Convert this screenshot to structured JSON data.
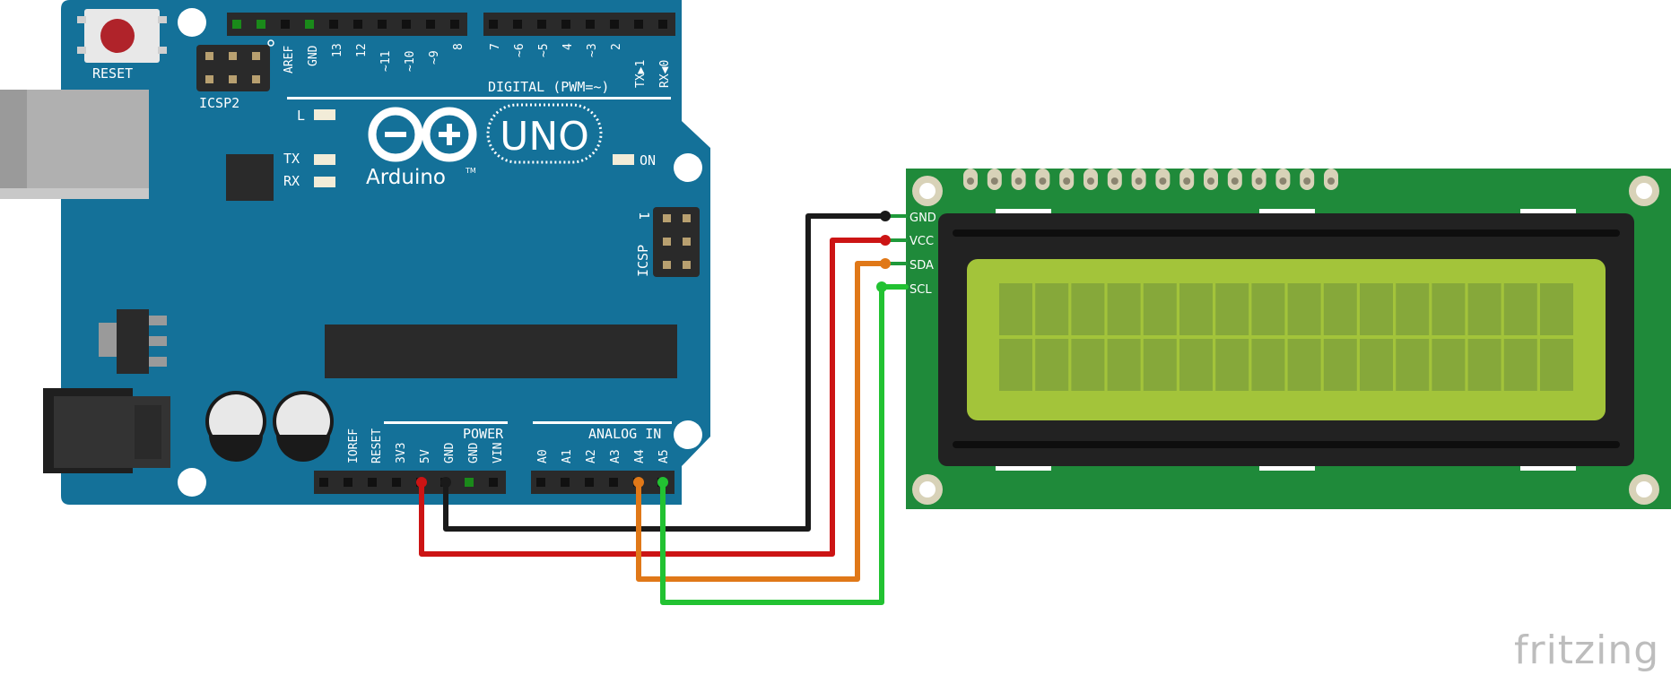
{
  "arduino": {
    "reset_label": "RESET",
    "icsp2_label": "ICSP2",
    "icsp_label": "ICSP",
    "icsp_pin1_label": "1",
    "l_label": "L",
    "tx_label": "TX",
    "rx_label": "RX",
    "on_label": "ON",
    "brand_label": "Arduino",
    "tm_label": "TM",
    "model_label": "UNO",
    "digital_label": "DIGITAL (PWM=~)",
    "power_label": "POWER",
    "analog_label": "ANALOG IN",
    "top_header_left_pins": [
      "AREF",
      "GND",
      "13",
      "12",
      "~11",
      "~10",
      "~9",
      "8"
    ],
    "top_header_right_pins": [
      "7",
      "~6",
      "~5",
      "4",
      "~3",
      "2",
      "TX▶1",
      "RX◀0"
    ],
    "power_pins": [
      "IOREF",
      "RESET",
      "3V3",
      "5V",
      "GND",
      "GND",
      "VIN"
    ],
    "analog_pins": [
      "A0",
      "A1",
      "A2",
      "A3",
      "A4",
      "A5"
    ]
  },
  "lcd": {
    "pins": [
      "GND",
      "VCC",
      "SDA",
      "SCL"
    ]
  },
  "wires": [
    {
      "from": "GND",
      "to": "GND",
      "color": "#1a1a1a"
    },
    {
      "from": "5V",
      "to": "VCC",
      "color": "#cc1414"
    },
    {
      "from": "A4",
      "to": "SDA",
      "color": "#e07818"
    },
    {
      "from": "A5",
      "to": "SCL",
      "color": "#22c232"
    }
  ],
  "colors": {
    "board_blue": "#147199",
    "lcd_pcb": "#1f8a3a",
    "lcd_screen": "#a3c43a"
  },
  "watermark": "fritzing"
}
